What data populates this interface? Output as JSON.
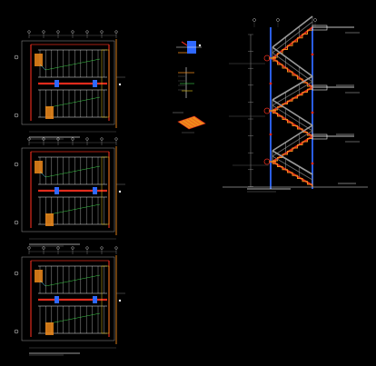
{
  "drawing": {
    "background": "#000000",
    "colors": {
      "white": "#f2f2f2",
      "grey": "#9a9a9a",
      "dim": "#6f6f6f",
      "red": "#e02b1d",
      "orange": "#f08a1a",
      "yellow": "#e8c619",
      "blue": "#2f68ff",
      "green": "#3ccf49",
      "cyan": "#58d2f0"
    },
    "plans": [
      {
        "name": "plan-level-1"
      },
      {
        "name": "plan-level-2"
      },
      {
        "name": "plan-level-3"
      }
    ],
    "details": [
      {
        "name": "detail-anchor"
      },
      {
        "name": "detail-connection"
      },
      {
        "name": "detail-stair-isometric"
      }
    ],
    "elevation": {
      "name": "stair-elevation",
      "flights": 6,
      "landings": 3
    }
  }
}
